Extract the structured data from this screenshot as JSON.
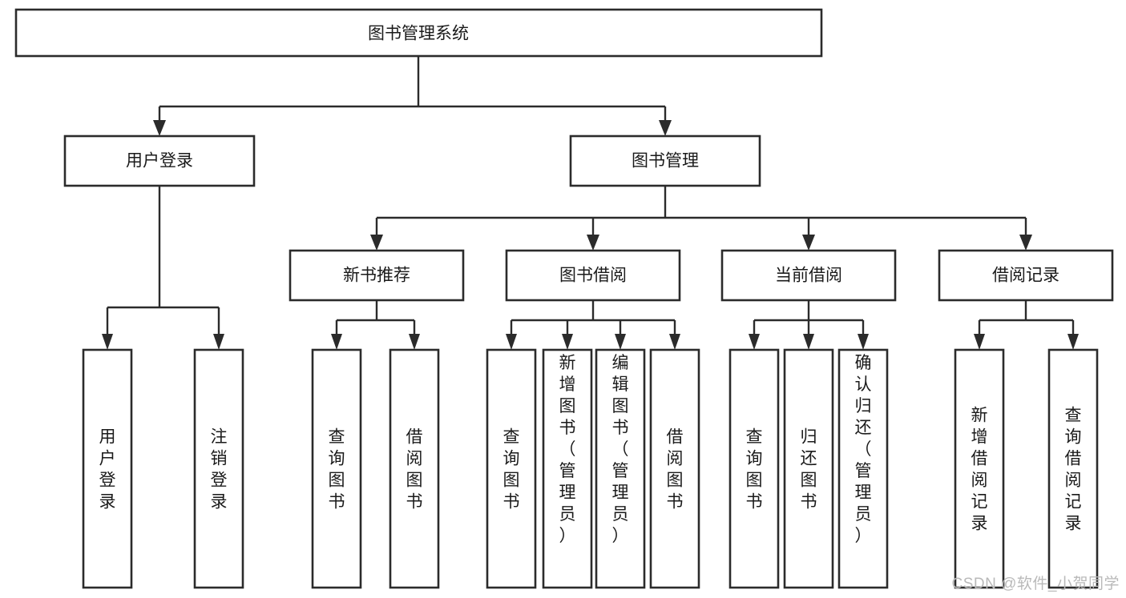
{
  "diagram": {
    "type": "tree-hierarchy",
    "title": "图书管理系统",
    "watermark": "CSDN @软件_小贺同学",
    "colors": {
      "box_fill": "#ffffff",
      "box_stroke": "#2b2b2b",
      "text": "#1a1a1a",
      "watermark": "#b9b9b9",
      "background": "#ffffff"
    },
    "levels": {
      "root": {
        "label": "图书管理系统"
      },
      "level2": [
        {
          "label": "用户登录"
        },
        {
          "label": "图书管理"
        }
      ],
      "level3": [
        {
          "label": "新书推荐",
          "parent": "图书管理"
        },
        {
          "label": "图书借阅",
          "parent": "图书管理"
        },
        {
          "label": "当前借阅",
          "parent": "图书管理"
        },
        {
          "label": "借阅记录",
          "parent": "图书管理"
        }
      ],
      "leaves": [
        {
          "label": "用户登录",
          "parent": "用户登录",
          "orientation": "vertical"
        },
        {
          "label": "注销登录",
          "parent": "用户登录",
          "orientation": "vertical"
        },
        {
          "label": "查询图书",
          "parent": "新书推荐",
          "orientation": "vertical"
        },
        {
          "label": "借阅图书",
          "parent": "新书推荐",
          "orientation": "vertical"
        },
        {
          "label": "查询图书",
          "parent": "图书借阅",
          "orientation": "vertical"
        },
        {
          "label": "新增图书（管理员）",
          "parent": "图书借阅",
          "orientation": "vertical"
        },
        {
          "label": "编辑图书（管理员）",
          "parent": "图书借阅",
          "orientation": "vertical"
        },
        {
          "label": "借阅图书",
          "parent": "图书借阅",
          "orientation": "vertical"
        },
        {
          "label": "查询图书",
          "parent": "当前借阅",
          "orientation": "vertical"
        },
        {
          "label": "归还图书",
          "parent": "当前借阅",
          "orientation": "vertical"
        },
        {
          "label": "确认归还（管理员）",
          "parent": "当前借阅",
          "orientation": "vertical"
        },
        {
          "label": "新增借阅记录",
          "parent": "借阅记录",
          "orientation": "vertical"
        },
        {
          "label": "查询借阅记录",
          "parent": "借阅记录",
          "orientation": "vertical"
        }
      ]
    }
  }
}
